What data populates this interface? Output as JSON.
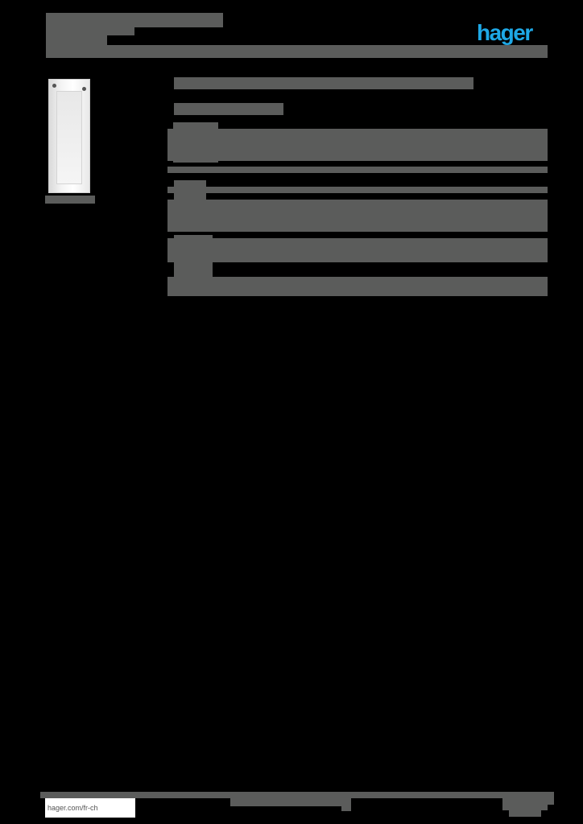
{
  "header": {
    "brand_logo": "hager",
    "brand_color": "#1ea8e6",
    "title_text": "",
    "subtitle_text": ""
  },
  "product": {
    "image_alt": "white enclosure door panel",
    "image_caption": ""
  },
  "content": {
    "heading": "",
    "subheading": "",
    "sections": [
      "",
      "",
      "",
      ""
    ]
  },
  "footer": {
    "url": "hager.com/fr-ch",
    "center_text": "",
    "page_info": ""
  },
  "colors": {
    "background": "#000000",
    "text_block": "#5b5c5b",
    "accent": "#1ea8e6"
  }
}
